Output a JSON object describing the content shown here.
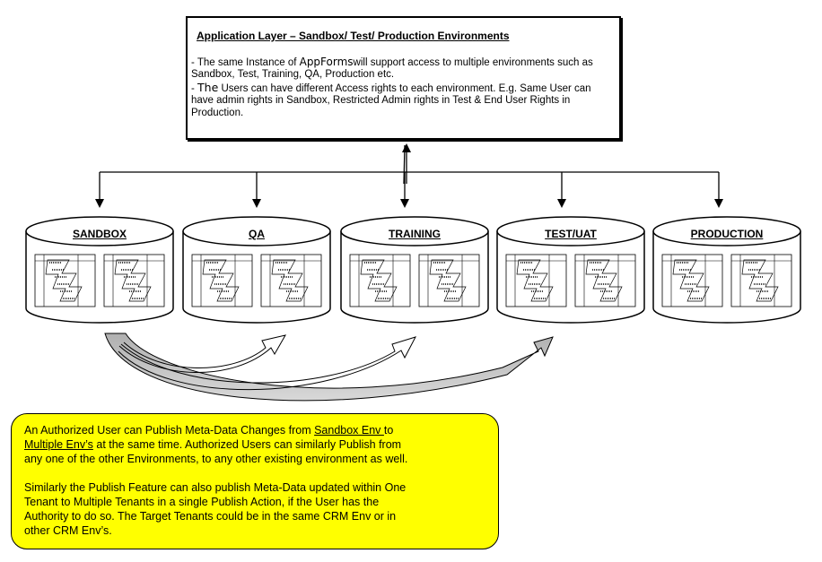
{
  "top_box": {
    "title": "Application Layer – Sandbox/ Test/ Production Environments",
    "line1_a": "- The same Instance of ",
    "line1_app": "AppForms",
    "line1_b": "will support access to multiple environments such as",
    "line2": "Sandbox, Test, Training, QA, Production etc.",
    "line3_a": "- ",
    "line3_word": "The",
    "line3_b": " Users can have different Access rights to each environment. E.g. Same User can",
    "line4": "have admin rights in Sandbox, Restricted Admin rights in Test & End User Rights in",
    "line5": "Production."
  },
  "environments": [
    "SANDBOX",
    "QA",
    "TRAINING",
    "TEST/UAT",
    "PRODUCTION"
  ],
  "note": {
    "p1_a": "An Authorized User can Publish Meta-Data Changes from ",
    "p1_link1": "Sandbox Env ",
    "p1_b": "to",
    "p1_link2": "Multiple Env’s",
    "p1_c": " at the same time. Authorized Users can similarly Publish from",
    "p1_d": "any one of the other Environments, to any other existing environment as well.",
    "p2_a": "Similarly the Publish Feature can also publish Meta-Data updated within One",
    "p2_b": "Tenant to Multiple Tenants in a single Publish Action, if the User has the",
    "p2_c": "Authority to do so.  The Target Tenants could be in the same CRM Env or in",
    "p2_d": "other CRM Env’s."
  },
  "colors": {
    "note_fill": "#ffff00",
    "arrow_fill": "#c0c0c0",
    "stroke": "#000000"
  }
}
